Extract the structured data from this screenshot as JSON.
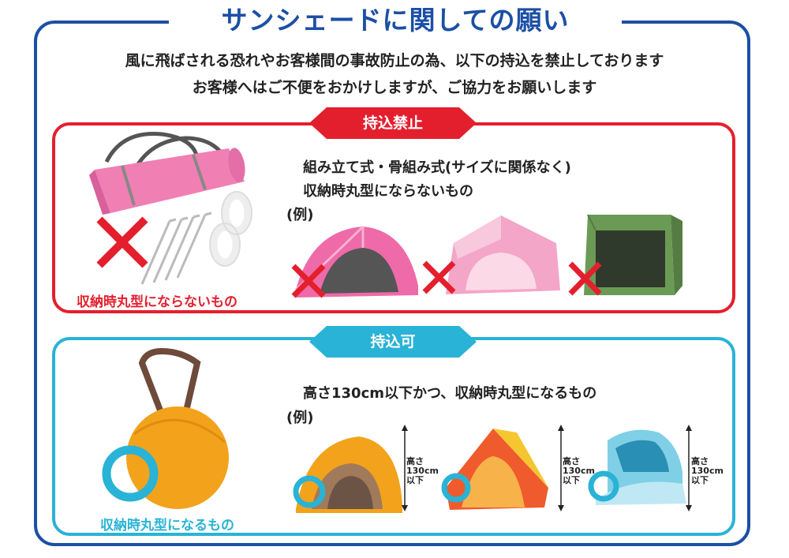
{
  "header": {
    "title": "サンシェードに関しての願い"
  },
  "intro": {
    "line1": "風に飛ばされる恐れやお客様間の事故防止の為、以下の持込を禁止しております",
    "line2": "お客様へはご不便をおかけしますが、ご協力をお願いします"
  },
  "prohibited": {
    "tag": "持込禁止",
    "line1": "組み立て式・骨組み式(サイズに関係なく)",
    "line2": "収納時丸型にならないもの",
    "example": "(例)",
    "caption": "収納時丸型にならないもの"
  },
  "allowed": {
    "tag": "持込可",
    "line1": "高さ130cm以下かつ、収納時丸型になるもの",
    "example": "(例)",
    "caption": "収納時丸型になるもの",
    "height_label_1": "高さ",
    "height_label_2": "130cm",
    "height_label_3": "以下"
  },
  "colors": {
    "navy": "#1c4fa5",
    "red": "#e41f2d",
    "cyan": "#29b3d6",
    "pink_bag": "#f07fb4",
    "orange": "#f2a31b",
    "green_tent": "#6b9a55"
  }
}
